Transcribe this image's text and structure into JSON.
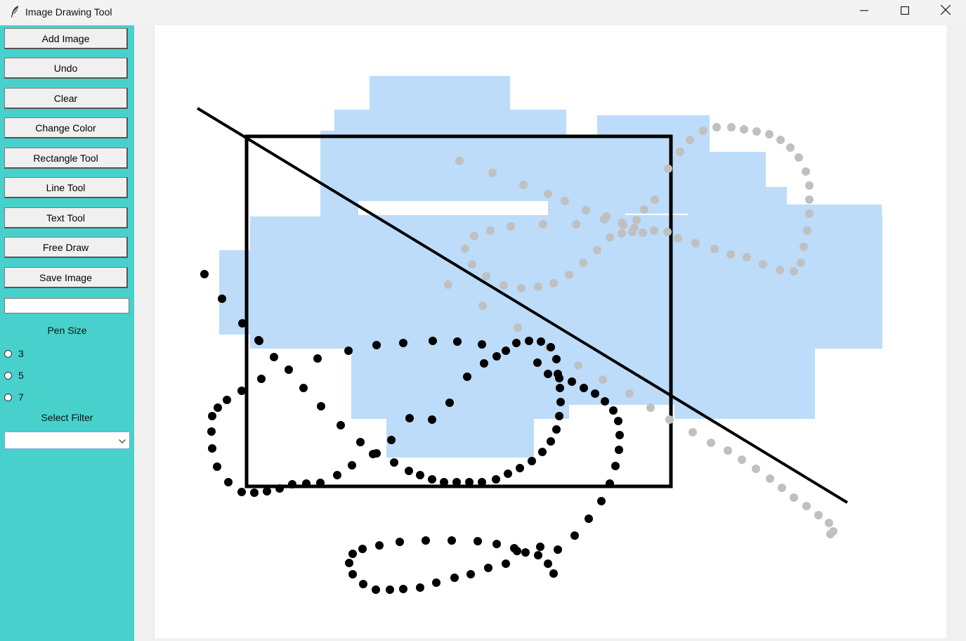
{
  "window": {
    "title": "Image Drawing Tool",
    "controls": {
      "minimize_icon": "minimize-icon",
      "maximize_icon": "maximize-icon",
      "close_icon": "close-icon"
    }
  },
  "sidebar": {
    "background": "#48d1cc",
    "buttons": [
      {
        "label": "Add Image"
      },
      {
        "label": "Undo"
      },
      {
        "label": "Clear"
      },
      {
        "label": "Change Color"
      },
      {
        "label": "Rectangle Tool"
      },
      {
        "label": "Line Tool"
      },
      {
        "label": "Text Tool"
      },
      {
        "label": "Free Draw"
      },
      {
        "label": "Save Image"
      }
    ],
    "text_entry": {
      "value": ""
    },
    "pen_size": {
      "label": "Pen Size",
      "options": [
        "3",
        "5",
        "7"
      ]
    },
    "filter": {
      "label": "Select Filter",
      "selected": ""
    }
  },
  "canvas": {
    "background": "#ffffff",
    "image_fill": "#bcdcfa",
    "stroke_black": "#000000",
    "stroke_gray": "#c0c0c0"
  }
}
